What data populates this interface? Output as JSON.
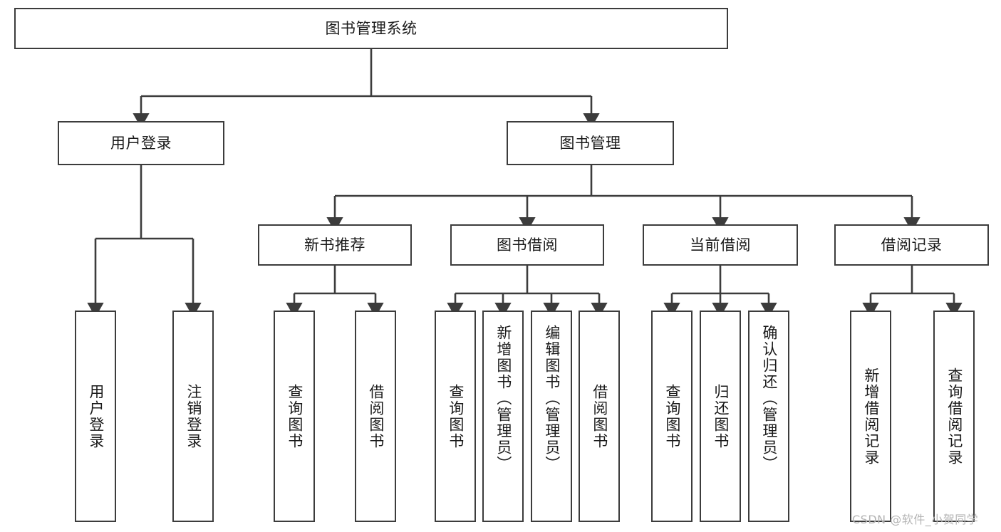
{
  "diagram": {
    "type": "tree-hierarchy-diagram",
    "title": "图书管理系统",
    "root": {
      "label": "图书管理系统"
    },
    "level2": [
      {
        "label": "用户登录"
      },
      {
        "label": "图书管理"
      }
    ],
    "level3": [
      {
        "label": "新书推荐"
      },
      {
        "label": "图书借阅"
      },
      {
        "label": "当前借阅"
      },
      {
        "label": "借阅记录"
      }
    ],
    "leaves": {
      "user_login": [
        {
          "label": "用户登录"
        },
        {
          "label": "注销登录"
        }
      ],
      "new_book_recommend": [
        {
          "label": "查询图书"
        },
        {
          "label": "借阅图书"
        }
      ],
      "book_borrow": [
        {
          "label": "查询图书"
        },
        {
          "label": "新增图书（管理员）"
        },
        {
          "label": "编辑图书（管理员）"
        },
        {
          "label": "借阅图书"
        }
      ],
      "current_borrow": [
        {
          "label": "查询图书"
        },
        {
          "label": "归还图书"
        },
        {
          "label": "确认归还（管理员）"
        }
      ],
      "borrow_record": [
        {
          "label": "新增借阅记录"
        },
        {
          "label": "查询借阅记录"
        }
      ]
    }
  },
  "watermark": {
    "text": "CSDN @软件_小贺同学"
  },
  "colors": {
    "box_border": "#3c3c3c",
    "connector": "#3c3c3c",
    "background": "#ffffff",
    "text": "#1a1a1a",
    "watermark": "#b4b4b4"
  }
}
